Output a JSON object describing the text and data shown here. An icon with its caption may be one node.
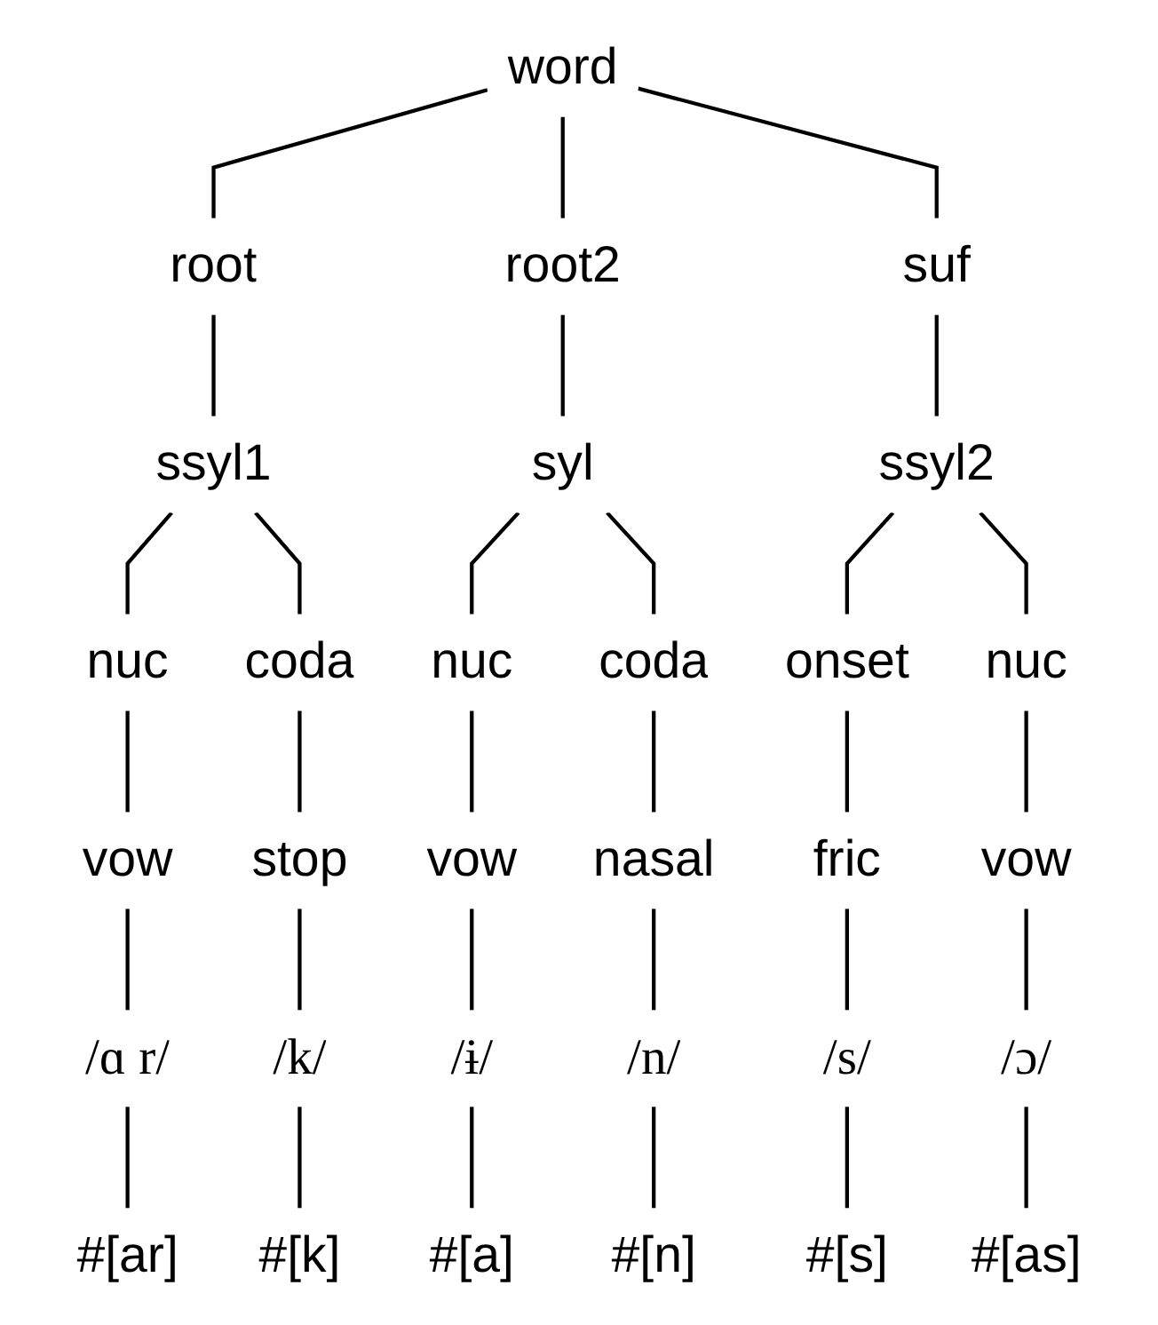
{
  "diagram": {
    "nodes": [
      {
        "text": [
          "word"
        ]
      },
      {
        "text": [
          "root"
        ]
      },
      {
        "text": [
          "root2"
        ]
      },
      {
        "text": [
          "suf"
        ]
      },
      {
        "text": [
          "ssyl1"
        ]
      },
      {
        "text": [
          "syl"
        ]
      },
      {
        "text": [
          "ssyl2"
        ]
      },
      {
        "text": [
          "nuc"
        ]
      },
      {
        "text": [
          "coda"
        ]
      },
      {
        "text": [
          "nuc"
        ]
      },
      {
        "text": [
          "coda"
        ]
      },
      {
        "text": [
          "onset"
        ]
      },
      {
        "text": [
          "nuc"
        ]
      },
      {
        "text": [
          "vow"
        ]
      },
      {
        "text": [
          "stop"
        ]
      },
      {
        "text": [
          "vow"
        ]
      },
      {
        "text": [
          "nasal"
        ]
      },
      {
        "text": [
          "fric"
        ]
      },
      {
        "text": [
          "vow"
        ]
      },
      {
        "text": [
          "/ɑ r/"
        ]
      },
      {
        "text": [
          "/k/"
        ]
      },
      {
        "text": [
          "/ɨ/"
        ]
      },
      {
        "text": [
          "/n/"
        ]
      },
      {
        "text": [
          "/s/"
        ]
      },
      {
        "text": [
          "/ɔ/"
        ]
      },
      {
        "text": [
          "#[ar]"
        ]
      },
      {
        "text": [
          "#[k]"
        ]
      },
      {
        "text": [
          "#[a]"
        ]
      },
      {
        "text": [
          "#[n]"
        ]
      },
      {
        "text": [
          "#[s]"
        ]
      },
      {
        "text": [
          "#[as]"
        ]
      }
    ],
    "edges": [
      {
        "from": 0,
        "to": 1,
        "arrow": "none"
      },
      {
        "from": 0,
        "to": 2,
        "arrow": "none"
      },
      {
        "from": 0,
        "to": 3,
        "arrow": "none"
      },
      {
        "from": 1,
        "to": 4,
        "arrow": "none"
      },
      {
        "from": 2,
        "to": 5,
        "arrow": "none"
      },
      {
        "from": 3,
        "to": 6,
        "arrow": "none"
      },
      {
        "from": 4,
        "to": 7,
        "arrow": "none"
      },
      {
        "from": 4,
        "to": 8,
        "arrow": "none"
      },
      {
        "from": 5,
        "to": 9,
        "arrow": "none"
      },
      {
        "from": 5,
        "to": 10,
        "arrow": "none"
      },
      {
        "from": 6,
        "to": 11,
        "arrow": "none"
      },
      {
        "from": 6,
        "to": 12,
        "arrow": "none"
      },
      {
        "from": 7,
        "to": 13,
        "arrow": "none"
      },
      {
        "from": 8,
        "to": 14,
        "arrow": "none"
      },
      {
        "from": 9,
        "to": 15,
        "arrow": "none"
      },
      {
        "from": 10,
        "to": 16,
        "arrow": "none"
      },
      {
        "from": 11,
        "to": 17,
        "arrow": "none"
      },
      {
        "from": 12,
        "to": 18,
        "arrow": "none"
      },
      {
        "from": 13,
        "to": 19,
        "arrow": "none"
      },
      {
        "from": 14,
        "to": 20,
        "arrow": "none"
      },
      {
        "from": 15,
        "to": 21,
        "arrow": "none"
      },
      {
        "from": 16,
        "to": 22,
        "arrow": "none"
      },
      {
        "from": 17,
        "to": 23,
        "arrow": "none"
      },
      {
        "from": 18,
        "to": 24,
        "arrow": "none"
      },
      {
        "from": 19,
        "to": 25,
        "arrow": "none"
      },
      {
        "from": 20,
        "to": 26,
        "arrow": "none"
      },
      {
        "from": 21,
        "to": 27,
        "arrow": "none"
      },
      {
        "from": 22,
        "to": 28,
        "arrow": "none"
      },
      {
        "from": 23,
        "to": 29,
        "arrow": "none"
      },
      {
        "from": 24,
        "to": 30,
        "arrow": "none"
      }
    ]
  }
}
